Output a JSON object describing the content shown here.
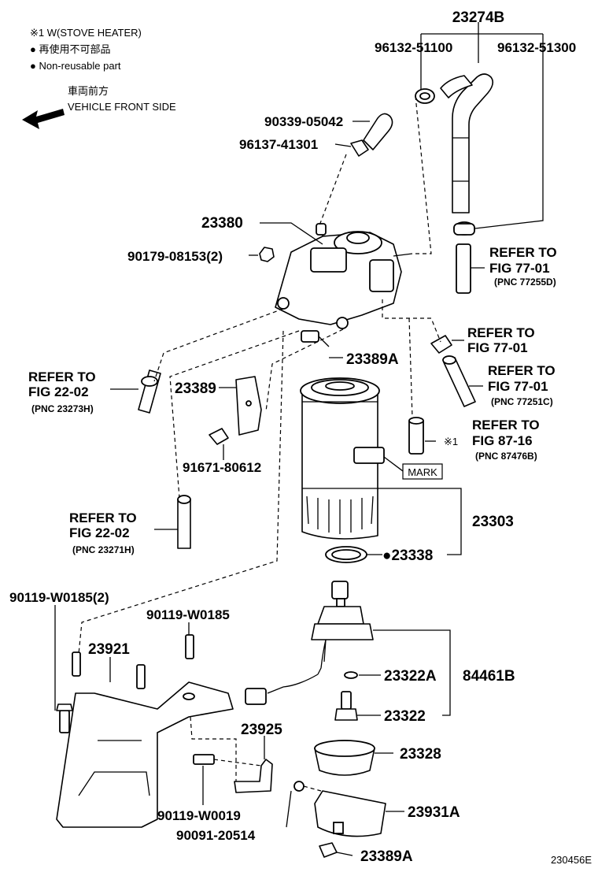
{
  "legend": {
    "note1": "※1  W(STOVE HEATER)",
    "note2": "● 再使用不可部品",
    "note3": "● Non-reusable part",
    "dir_jp": "車両前方",
    "dir_en": "VEHICLE FRONT SIDE"
  },
  "labels": {
    "p23274B": "23274B",
    "p96132_51100": "96132-51100",
    "p96132_51300": "96132-51300",
    "p90339_05042": "90339-05042",
    "p96137_41301": "96137-41301",
    "p23380": "23380",
    "p90179_08153": "90179-08153(2)",
    "ref77_01a_l1": "REFER TO",
    "ref77_01a_l2": "FIG 77-01",
    "ref77_01a_l3": "(PNC 77255D)",
    "ref77_01b_l1": "REFER TO",
    "ref77_01b_l2": "FIG 77-01",
    "p23389A_top": "23389A",
    "ref77_01c_l1": "REFER TO",
    "ref77_01c_l2": "FIG 77-01",
    "ref77_01c_l3": "(PNC 77251C)",
    "ref22_02a_l1": "REFER TO",
    "ref22_02a_l2": "FIG 22-02",
    "ref22_02a_l3": "(PNC 23273H)",
    "p23389": "23389",
    "ref87_16_l1": "REFER TO",
    "ref87_16_l2": "FIG 87-16",
    "ref87_16_l3": "(PNC 87476B)",
    "note_mark": "※1",
    "mark": "MARK",
    "p91671_80612": "91671-80612",
    "ref22_02b_l1": "REFER TO",
    "ref22_02b_l2": "FIG 22-02",
    "ref22_02b_l3": "(PNC 23271H)",
    "p23303": "23303",
    "p23338": "●23338",
    "p90119_W0185_2": "90119-W0185(2)",
    "p90119_W0185": "90119-W0185",
    "p23921": "23921",
    "p23322A": "23322A",
    "p84461B": "84461B",
    "p23322": "23322",
    "p23925": "23925",
    "p23328": "23328",
    "p90119_W0019": "90119-W0019",
    "p23931A": "23931A",
    "p90091_20514": "90091-20514",
    "p23389A_bottom": "23389A",
    "figure_id": "230456E"
  }
}
